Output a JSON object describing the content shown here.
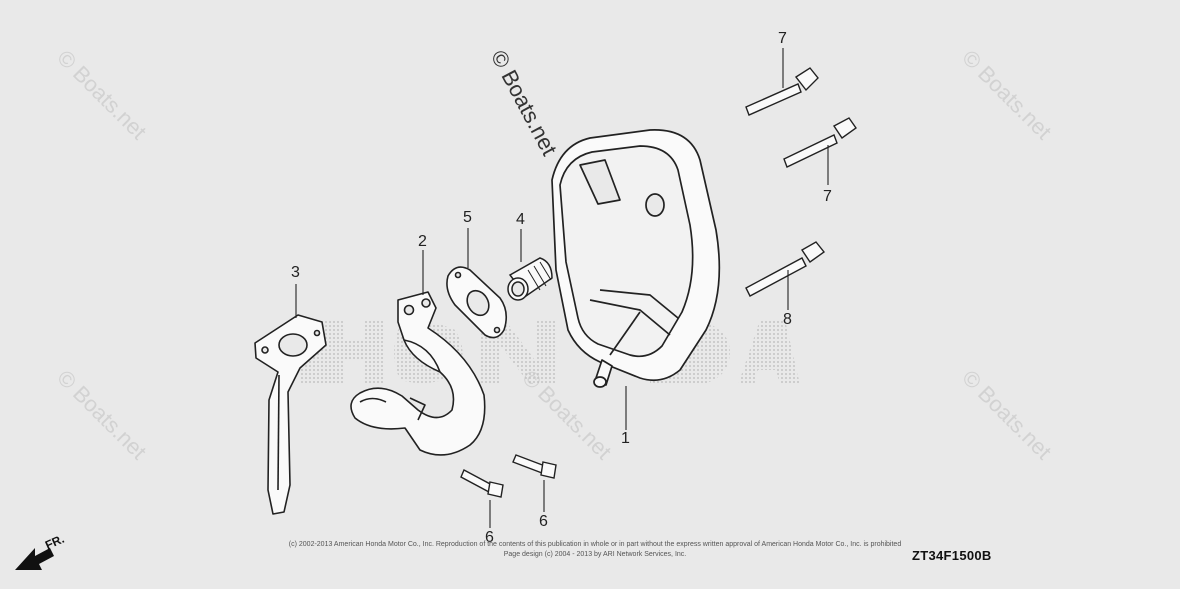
{
  "diagram": {
    "callouts": [
      {
        "id": "c1",
        "label": "1"
      },
      {
        "id": "c2",
        "label": "2"
      },
      {
        "id": "c3",
        "label": "3"
      },
      {
        "id": "c4",
        "label": "4"
      },
      {
        "id": "c5",
        "label": "5"
      },
      {
        "id": "c6a",
        "label": "6"
      },
      {
        "id": "c6b",
        "label": "6"
      },
      {
        "id": "c7a",
        "label": "7"
      },
      {
        "id": "c7b",
        "label": "7"
      },
      {
        "id": "c8",
        "label": "8"
      }
    ],
    "diagram_code": "ZT34F1500B",
    "direction_label": "FR.",
    "brand_watermark": "HONDA",
    "watermark_text": "© Boats.net",
    "copyright_line1": "(c) 2002-2013 American Honda Motor Co., Inc. Reproduction of the contents of this publication in whole or in part without the express written approval of American Honda Motor Co., Inc. is prohibited",
    "copyright_line2": "Page design (c) 2004 - 2013 by ARI Network Services, Inc."
  }
}
